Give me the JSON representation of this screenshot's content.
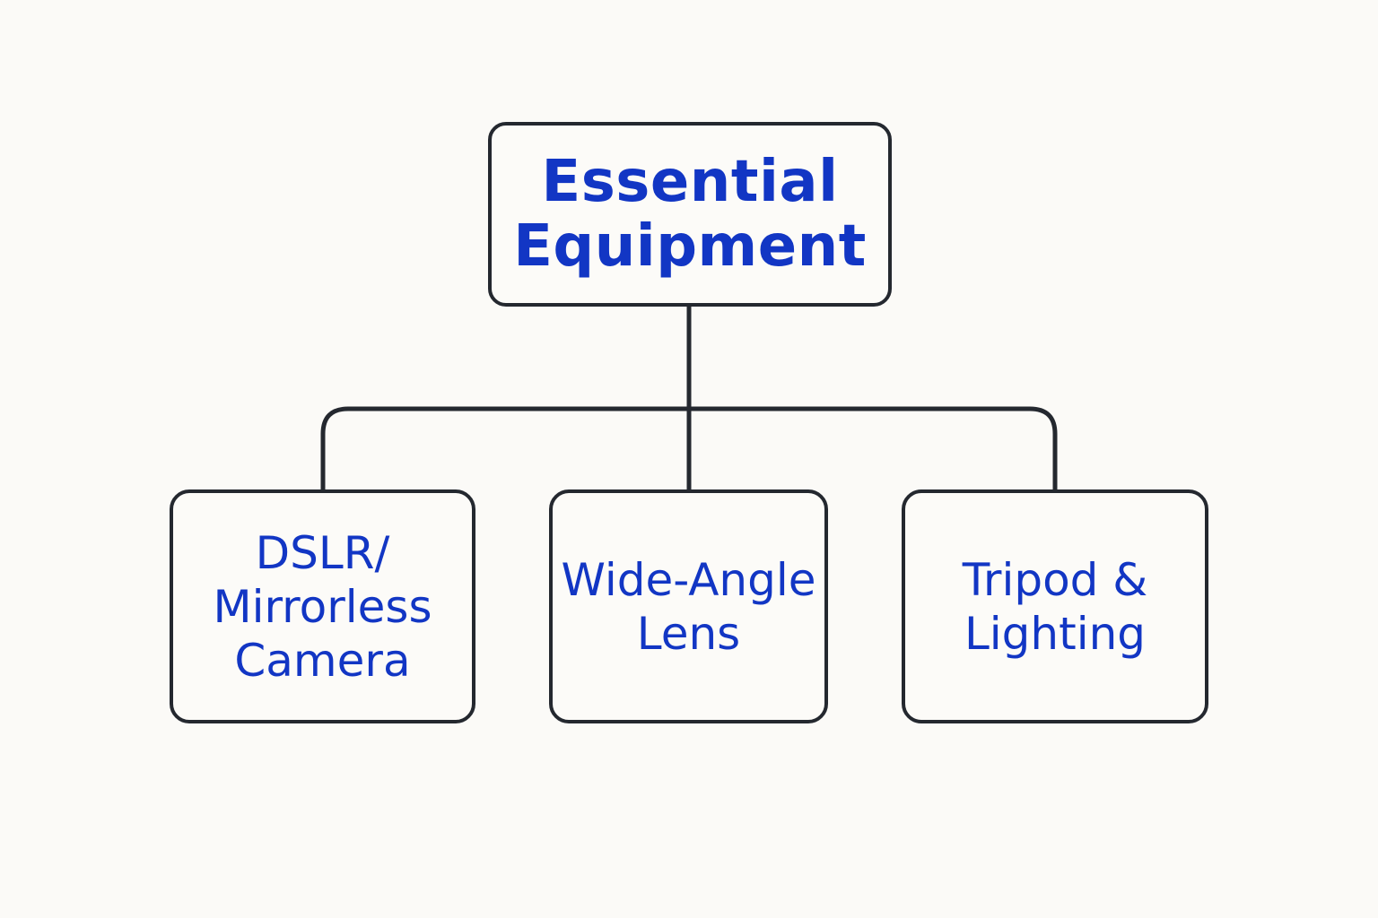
{
  "colors": {
    "text": "#1236c4",
    "stroke": "#24282f",
    "background": "#fbfaf7"
  },
  "diagram": {
    "root": {
      "label": "Essential\nEquipment"
    },
    "children": [
      {
        "label": "DSLR/\nMirrorless\nCamera"
      },
      {
        "label": "Wide-Angle\nLens"
      },
      {
        "label": "Tripod &\nLighting"
      }
    ]
  }
}
